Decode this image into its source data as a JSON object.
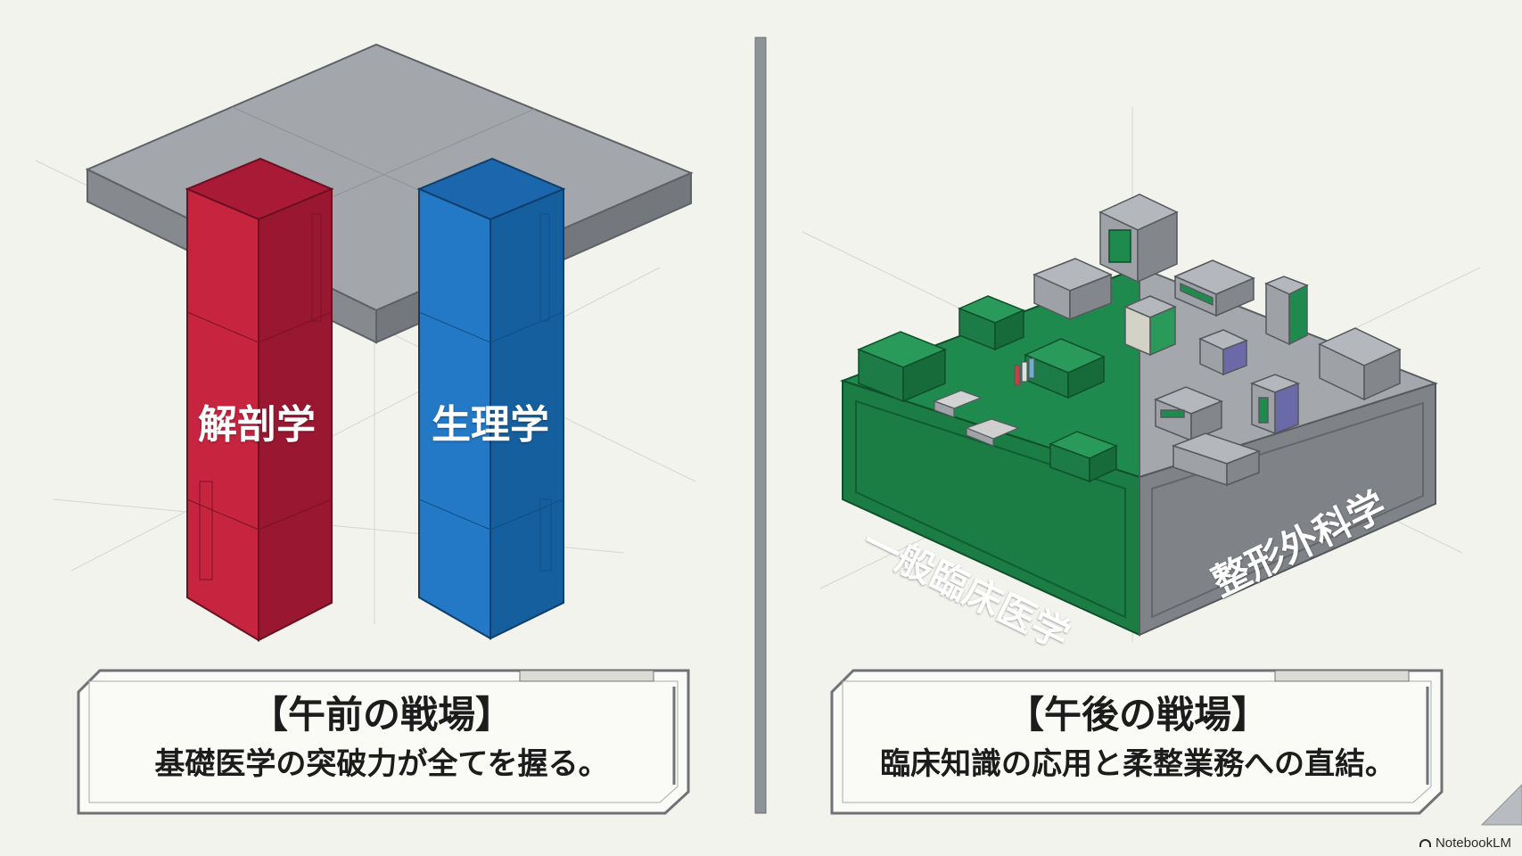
{
  "left_panel": {
    "pillar_1_label": "解剖学",
    "pillar_2_label": "生理学",
    "caption_title": "【午前の戦場】",
    "caption_subtitle": "基礎医学の突破力が全てを握る。"
  },
  "right_panel": {
    "green_block_label": "一般臨床医学",
    "gray_block_label": "整形外科学",
    "caption_title": "【午後の戦場】",
    "caption_subtitle": "臨床知識の応用と柔整業務への直結。"
  },
  "brand": {
    "name": "NotebookLM"
  },
  "colors": {
    "background": "#f3f3ee",
    "red_pillar": "#c22240",
    "blue_pillar": "#1f72c0",
    "green_block": "#1d8a4c",
    "gray_block": "#8b8e92",
    "slab": "#9ea1a5"
  }
}
